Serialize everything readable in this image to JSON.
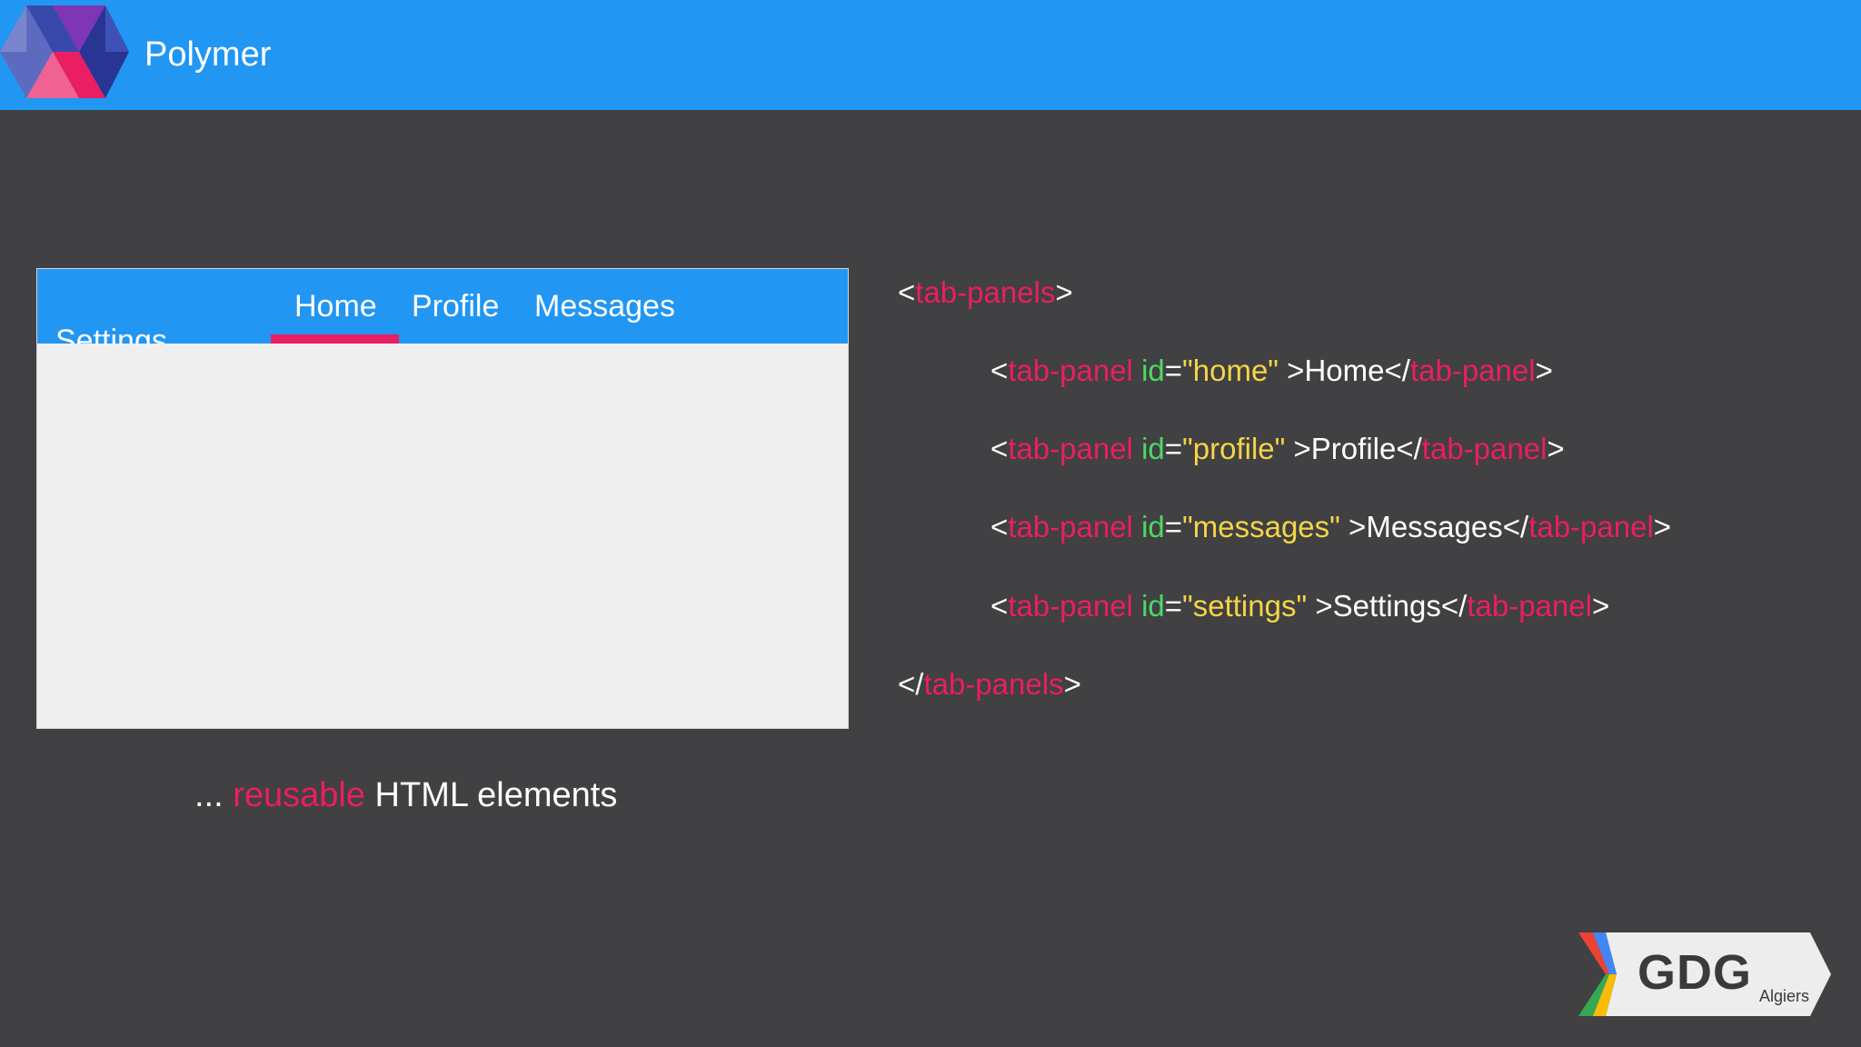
{
  "header": {
    "title": "Polymer",
    "logo_icon": "polymer-logo-icon",
    "background": "#2196F3"
  },
  "demo": {
    "tabs": [
      "Home",
      "Profile",
      "Messages",
      "Settings"
    ],
    "selected_tab": "Home",
    "indicator_color": "#E91E63",
    "tabbar_color": "#2196F3"
  },
  "caption": {
    "prefix": "... ",
    "highlight": "reusable",
    "suffix": " HTML elements"
  },
  "code": {
    "open_tag": "tab-panels",
    "panels": [
      {
        "id": "\"home\"",
        "text": "Home"
      },
      {
        "id": "\"profile\"",
        "text": "Profile"
      },
      {
        "id": "\"messages\"",
        "text": "Messages"
      },
      {
        "id": "\"settings\"",
        "text": "Settings"
      }
    ],
    "panel_tag": "tab-panel",
    "attr_name": "id",
    "colors": {
      "tag": "#E91E63",
      "attribute": "#4CD964",
      "string": "#F5D547",
      "text": "#FFFFFF"
    }
  },
  "badge": {
    "title": "GDG",
    "subtitle": "Algiers",
    "icon": "gdg-chevron-icon"
  }
}
